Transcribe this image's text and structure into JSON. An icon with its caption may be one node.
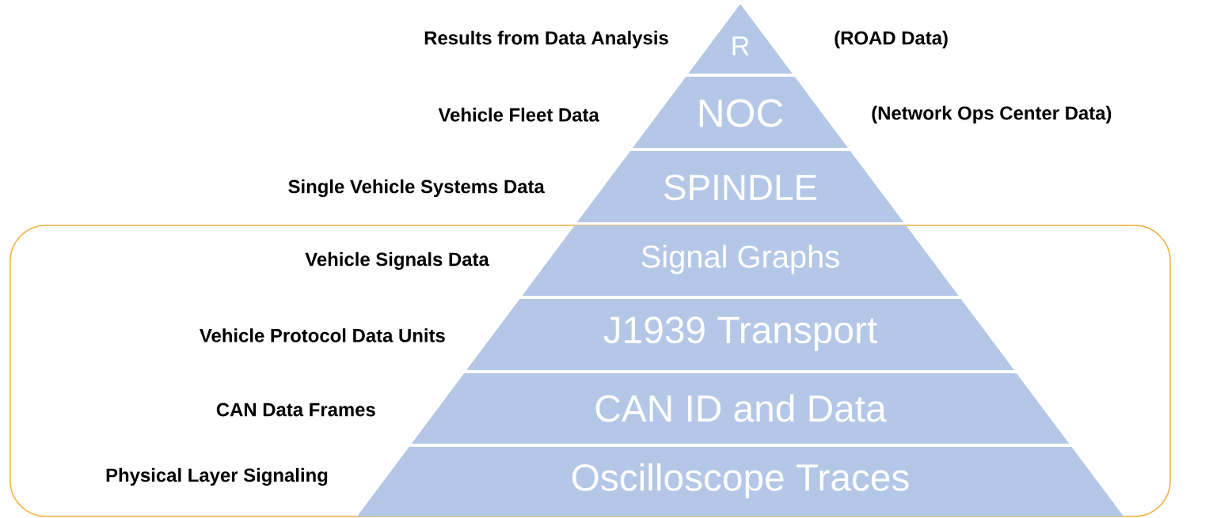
{
  "diagram": {
    "nodes": [
      {
        "text": [
          "R"
        ],
        "beside": [
          "Results from Data Analysis",
          "(ROAD Data)"
        ]
      },
      {
        "text": [
          "NOC"
        ],
        "beside": [
          "Vehicle Fleet Data",
          "(Network Ops Center Data)"
        ]
      },
      {
        "text": [
          "SPINDLE"
        ],
        "beside": [
          "Single Vehicle Systems Data"
        ]
      },
      {
        "text": [],
        "shape": "box"
      },
      {
        "text": [
          "Signal Graphs"
        ],
        "beside": [
          "Vehicle Signals Data"
        ],
        "in": 3
      },
      {
        "text": [
          "J1939 Transport"
        ],
        "beside": [
          "Vehicle Protocol Data Units"
        ],
        "in": 3
      },
      {
        "text": [
          "CAN ID and Data"
        ],
        "beside": [
          "CAN Data Frames"
        ],
        "in": 3
      },
      {
        "text": [
          "Oscilloscope Traces"
        ],
        "beside": [
          "Physical Layer Signaling"
        ],
        "in": 3
      }
    ]
  }
}
